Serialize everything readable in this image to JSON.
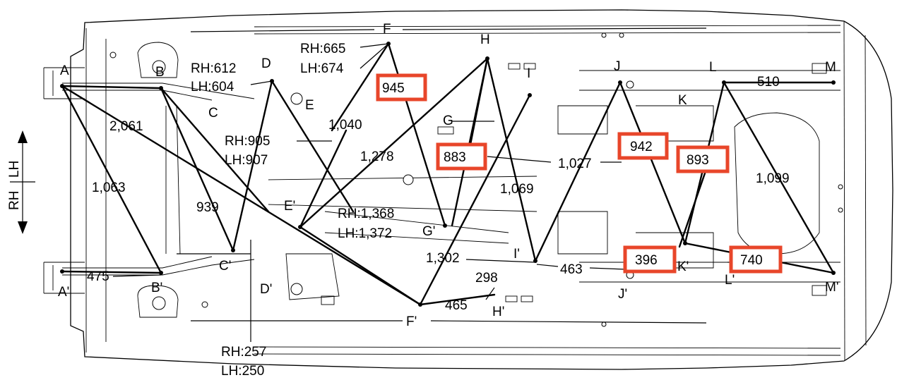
{
  "points": [
    {
      "key": "A",
      "text": "A"
    },
    {
      "key": "A2",
      "text": "A'"
    },
    {
      "key": "B",
      "text": "B"
    },
    {
      "key": "B2",
      "text": "B'"
    },
    {
      "key": "C",
      "text": "C"
    },
    {
      "key": "C2",
      "text": "C'"
    },
    {
      "key": "D",
      "text": "D"
    },
    {
      "key": "D2",
      "text": "D'"
    },
    {
      "key": "E",
      "text": "E"
    },
    {
      "key": "E2",
      "text": "E'"
    },
    {
      "key": "F",
      "text": "F"
    },
    {
      "key": "F2",
      "text": "F'"
    },
    {
      "key": "G",
      "text": "G"
    },
    {
      "key": "G2",
      "text": "G'"
    },
    {
      "key": "H",
      "text": "H"
    },
    {
      "key": "H2",
      "text": "H'"
    },
    {
      "key": "I",
      "text": "I"
    },
    {
      "key": "I2",
      "text": "I'"
    },
    {
      "key": "J",
      "text": "J"
    },
    {
      "key": "J2",
      "text": "J'"
    },
    {
      "key": "K",
      "text": "K"
    },
    {
      "key": "K2",
      "text": "K'"
    },
    {
      "key": "L",
      "text": "L"
    },
    {
      "key": "L2",
      "text": "L'"
    },
    {
      "key": "M",
      "text": "M"
    },
    {
      "key": "M2",
      "text": "M'"
    }
  ],
  "dimensions": [
    {
      "key": "ab_rh",
      "text": "RH:612",
      "highlighted": false
    },
    {
      "key": "ab_lh",
      "text": "LH:604",
      "highlighted": false
    },
    {
      "key": "df_rh",
      "text": "RH:665",
      "highlighted": false
    },
    {
      "key": "df_lh",
      "text": "LH:674",
      "highlighted": false
    },
    {
      "key": "d_945",
      "text": "945",
      "highlighted": true
    },
    {
      "key": "d_2061",
      "text": "2,061",
      "highlighted": false
    },
    {
      "key": "d_1040",
      "text": "1,040",
      "highlighted": false
    },
    {
      "key": "cd_rh",
      "text": "RH:905",
      "highlighted": false
    },
    {
      "key": "cd_lh",
      "text": "LH:907",
      "highlighted": false
    },
    {
      "key": "d_1278",
      "text": "1,278",
      "highlighted": false
    },
    {
      "key": "d_883",
      "text": "883",
      "highlighted": true
    },
    {
      "key": "d_1027",
      "text": "1,027",
      "highlighted": false
    },
    {
      "key": "d_942",
      "text": "942",
      "highlighted": true
    },
    {
      "key": "d_893",
      "text": "893",
      "highlighted": true
    },
    {
      "key": "d_510",
      "text": "510",
      "highlighted": false
    },
    {
      "key": "d_1099",
      "text": "1,099",
      "highlighted": false
    },
    {
      "key": "d_1063",
      "text": "1,063",
      "highlighted": false
    },
    {
      "key": "d_939",
      "text": "939",
      "highlighted": false
    },
    {
      "key": "d_1069",
      "text": "1,069",
      "highlighted": false
    },
    {
      "key": "eh_rh",
      "text": "RH:1,368",
      "highlighted": false
    },
    {
      "key": "eh_lh",
      "text": "LH:1,372",
      "highlighted": false
    },
    {
      "key": "d_1302",
      "text": "1,302",
      "highlighted": false
    },
    {
      "key": "d_475",
      "text": "475",
      "highlighted": false
    },
    {
      "key": "d_298",
      "text": "298",
      "highlighted": false
    },
    {
      "key": "d_463",
      "text": "463",
      "highlighted": false
    },
    {
      "key": "d_396",
      "text": "396",
      "highlighted": true
    },
    {
      "key": "d_740",
      "text": "740",
      "highlighted": true
    },
    {
      "key": "d_465",
      "text": "465",
      "highlighted": false
    },
    {
      "key": "cd2_rh",
      "text": "RH:257",
      "highlighted": false
    },
    {
      "key": "cd2_lh",
      "text": "LH:250",
      "highlighted": false
    }
  ],
  "side_indicator": {
    "rh": "RH",
    "lh": "LH"
  },
  "colors": {
    "highlight": "#e8462a",
    "line": "#000000",
    "background": "#ffffff"
  }
}
